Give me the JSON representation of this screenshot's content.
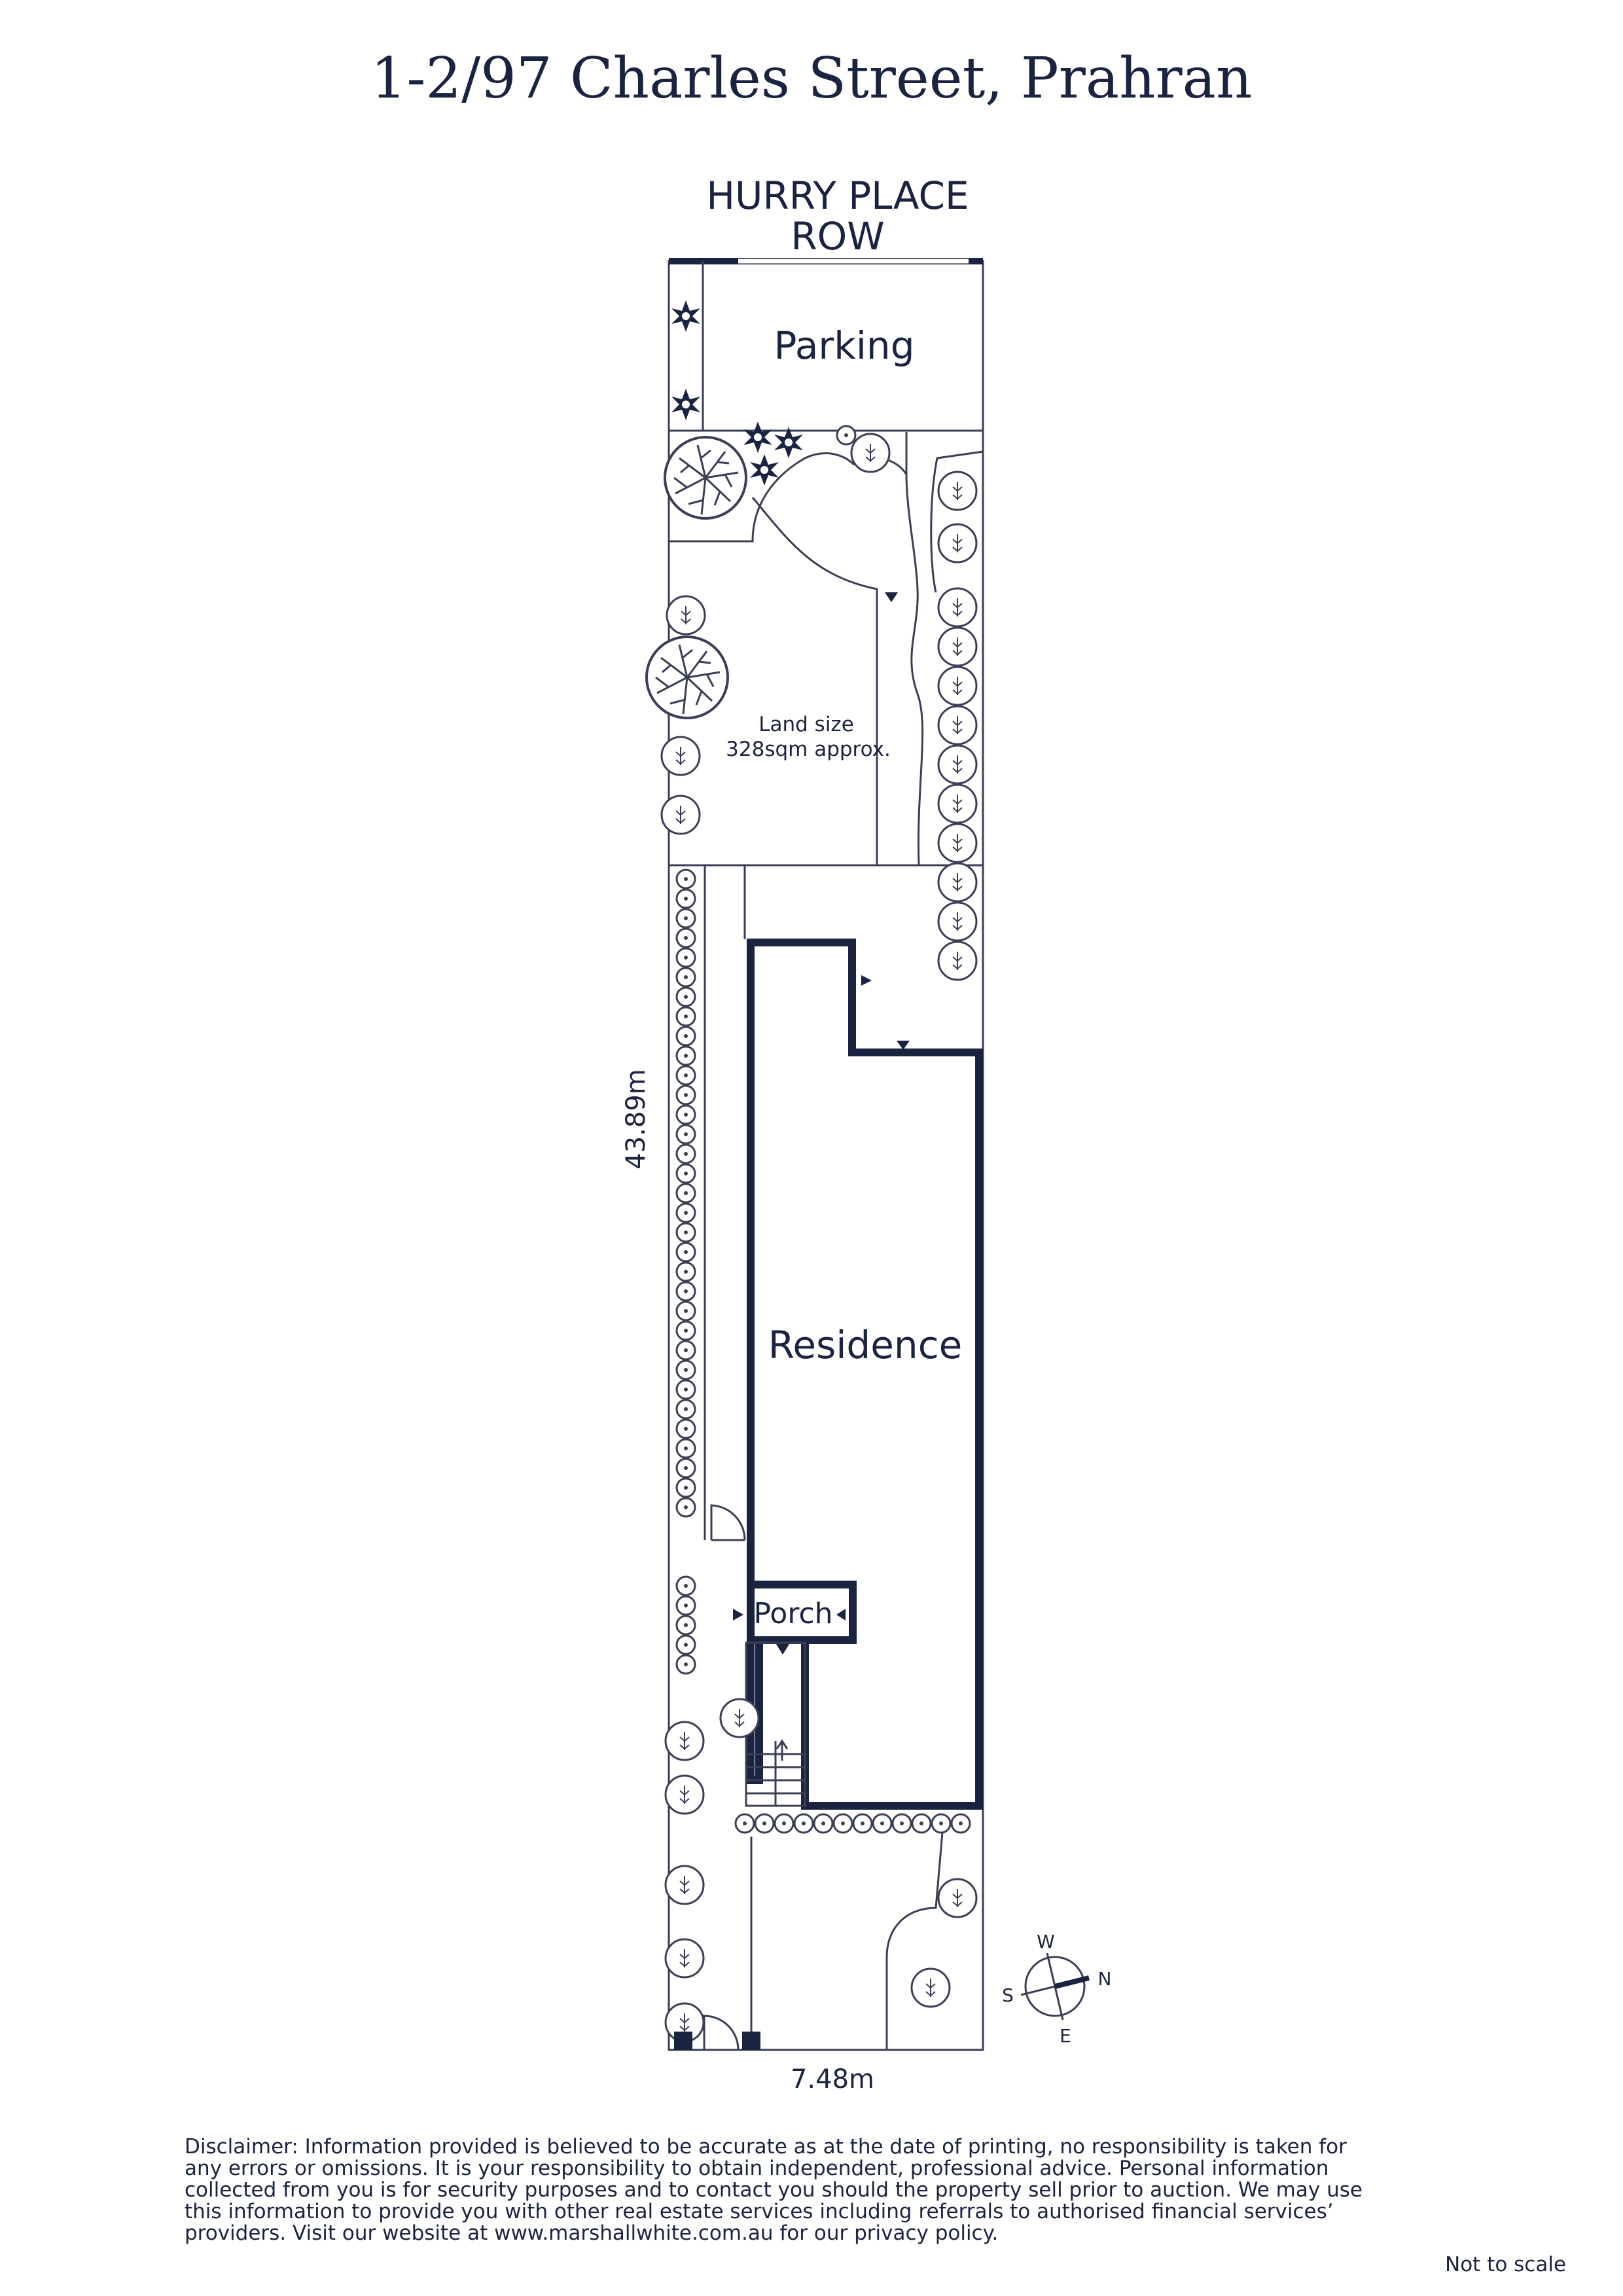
{
  "title": "1-2/97 Charles Street, Prahran",
  "street": {
    "line1": "HURRY PLACE",
    "line2": "ROW"
  },
  "rooms": {
    "parking": "Parking",
    "residence": "Residence",
    "porch": "Porch"
  },
  "land": {
    "line1": "Land size",
    "line2": "328sqm approx."
  },
  "dimensions": {
    "length": "43.89m",
    "width": "7.48m"
  },
  "compass": {
    "w": "W",
    "n": "N",
    "s": "S",
    "e": "E"
  },
  "disclaimer": "Disclaimer: Information provided is believed to be accurate as at the date of printing, no responsibility is taken for any errors or omissions. It is your responsibility to obtain independent, professional advice. Personal information collected from you is for security purposes and to contact you should the property sell prior to auction. We may use this information to provide you with other real estate services including referrals to authorised financial services’ providers. Visit our website at www.marshallwhite.com.au for our privacy policy.",
  "not_to_scale": "Not to scale",
  "colors": {
    "ink": "#1a2340",
    "line": "#3a3f55"
  }
}
